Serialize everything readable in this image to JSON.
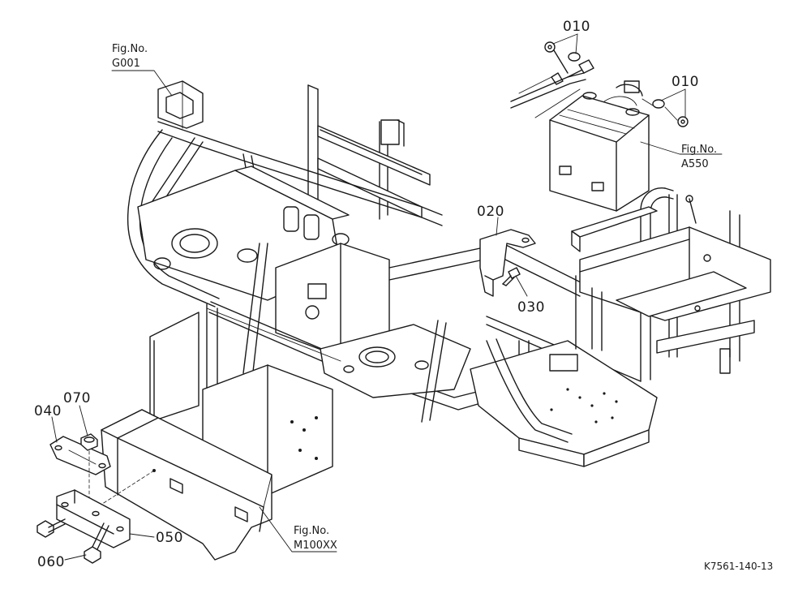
{
  "parts": [
    {
      "id": "010a",
      "label": "010"
    },
    {
      "id": "010b",
      "label": "010"
    },
    {
      "id": "020",
      "label": "020"
    },
    {
      "id": "030",
      "label": "030"
    },
    {
      "id": "040",
      "label": "040"
    },
    {
      "id": "050",
      "label": "050"
    },
    {
      "id": "060",
      "label": "060"
    },
    {
      "id": "070",
      "label": "070"
    }
  ],
  "figure_refs": [
    {
      "id": "g001",
      "line1": "Fig.No.",
      "line2": "G001"
    },
    {
      "id": "a550",
      "line1": "Fig.No.",
      "line2": "A550"
    },
    {
      "id": "m100xx",
      "line1": "Fig.No.",
      "line2": "M100XX"
    }
  ],
  "drawing_id": "K7561-140-13"
}
